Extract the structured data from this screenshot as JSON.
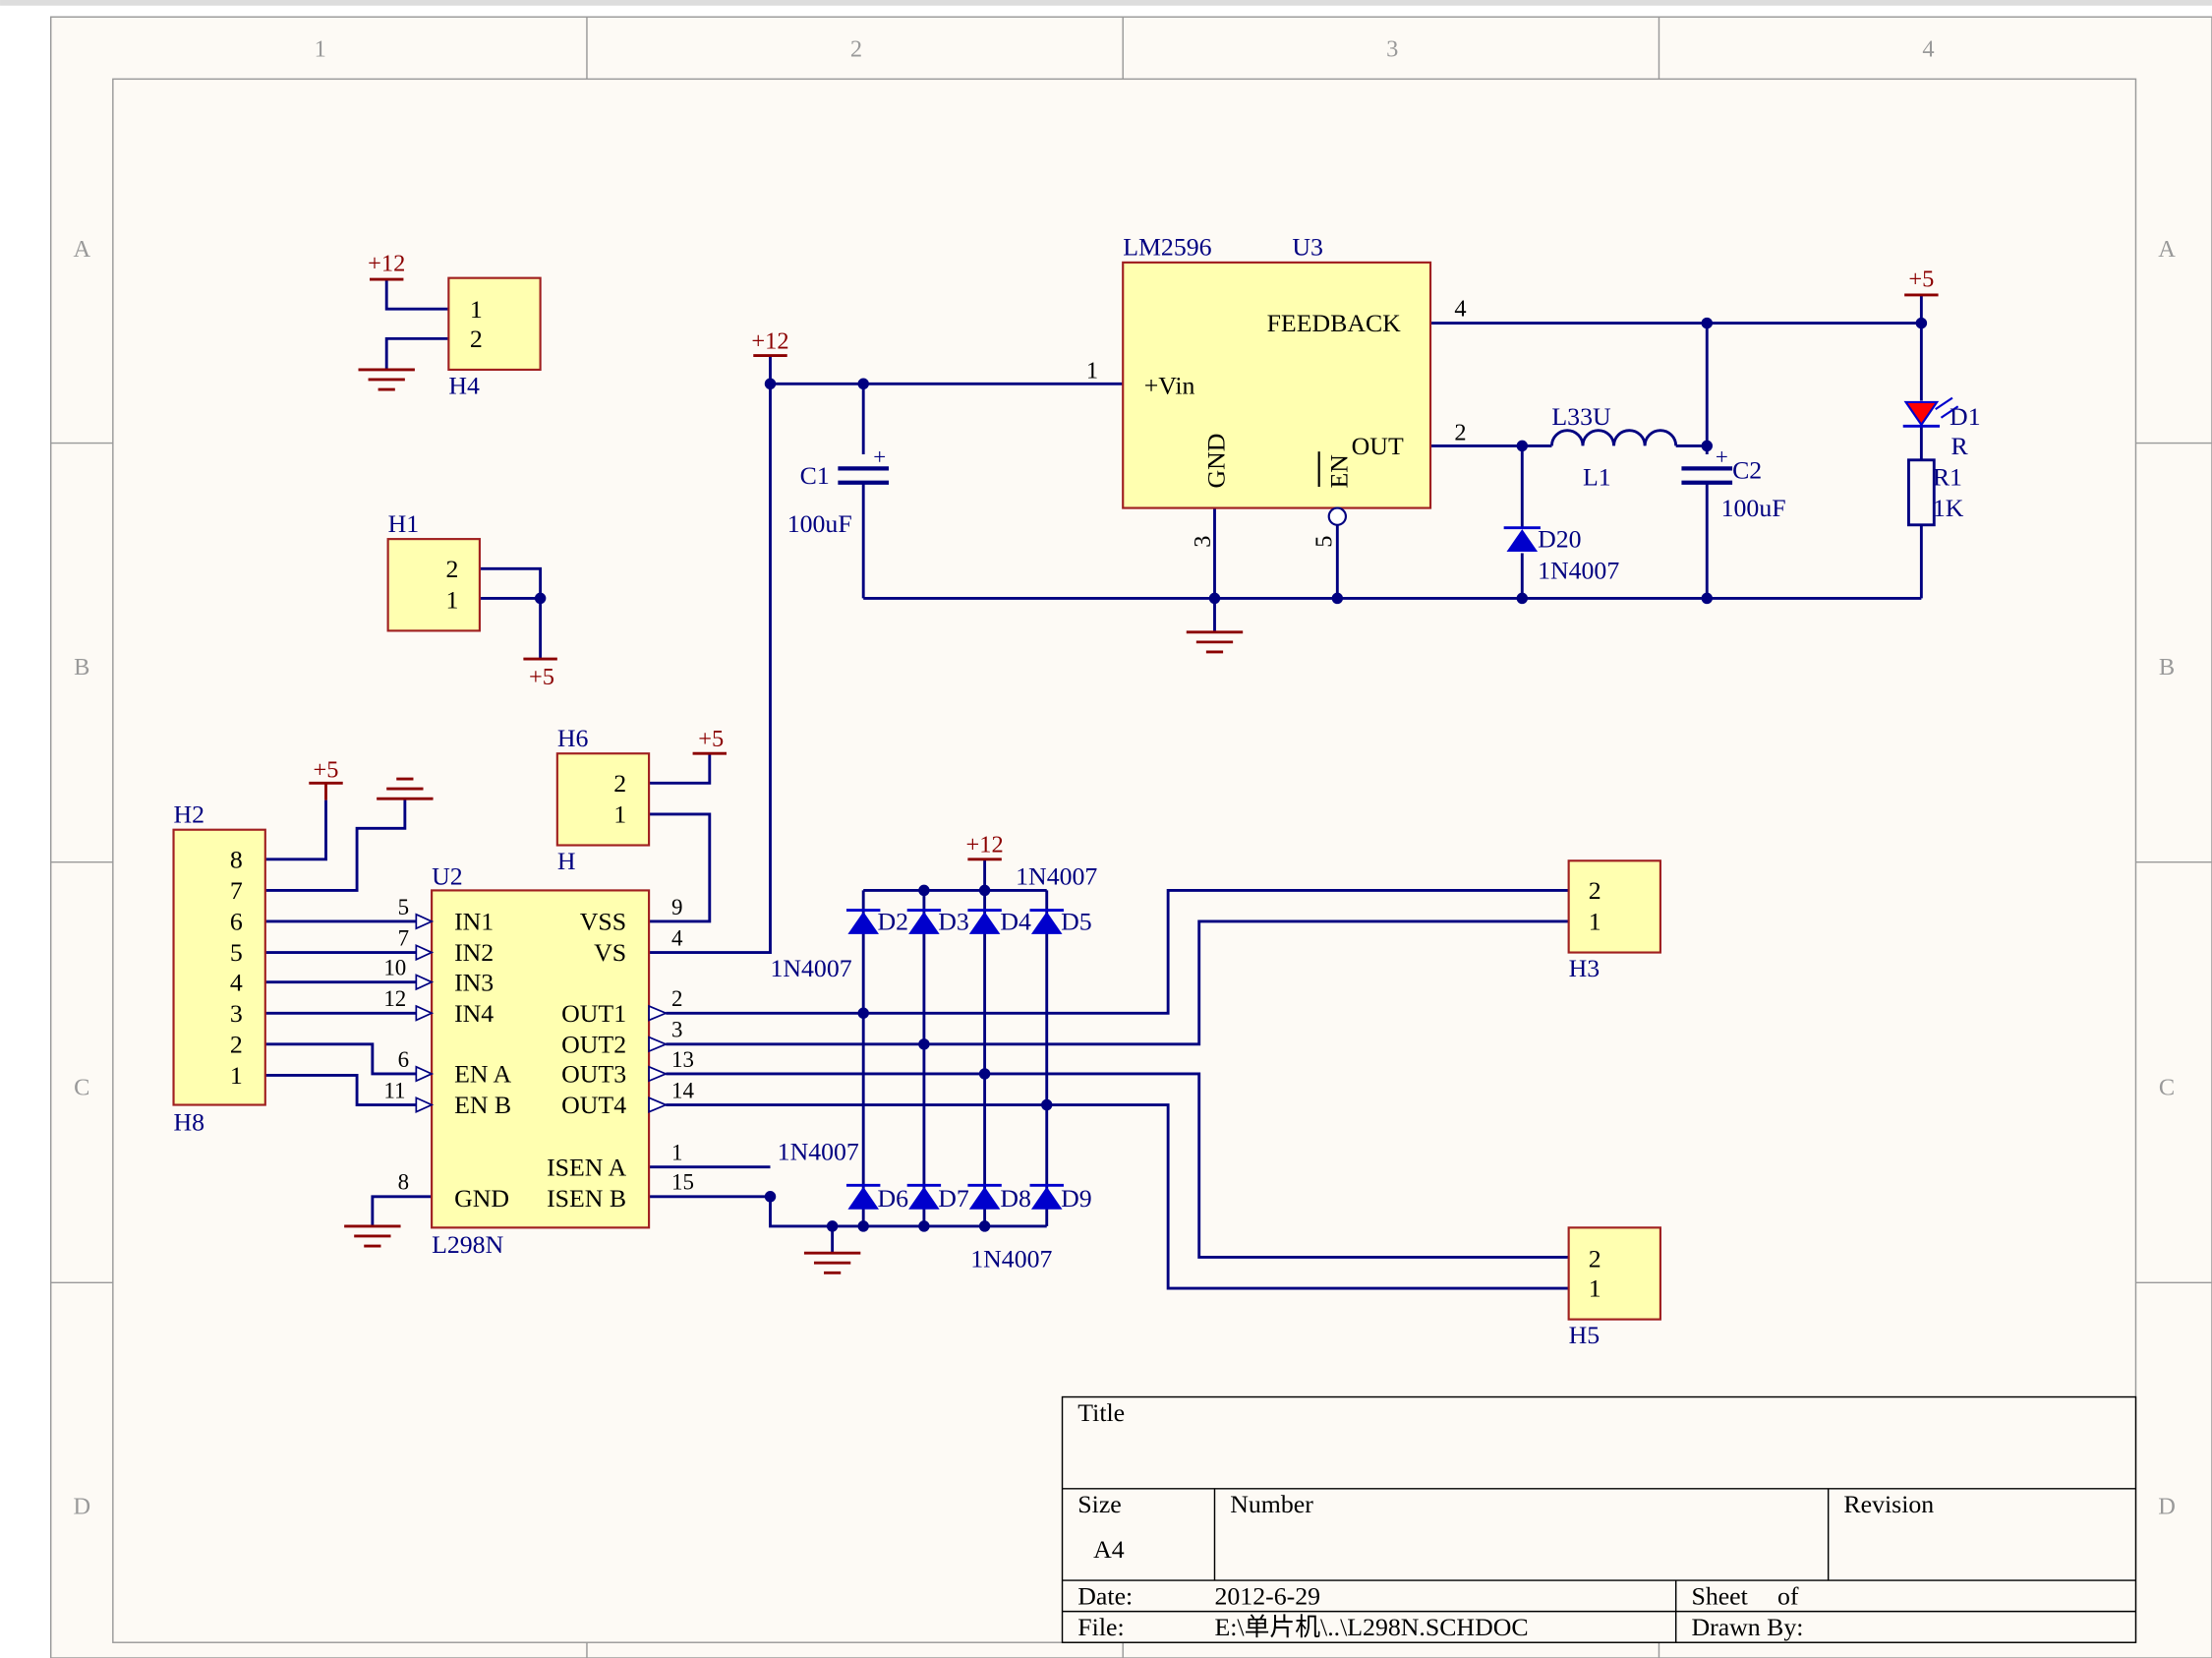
{
  "colors": {
    "wire": "#000080",
    "component_fill": "#ffffb0",
    "component_stroke": "#a02020",
    "power_red": "#8b0000",
    "diode_blue": "#0000cc",
    "border": "#999999",
    "paper": "#fdfaf5",
    "led_red": "#ff0000"
  },
  "border": {
    "columns": [
      "1",
      "2",
      "3",
      "4"
    ],
    "rows": [
      "A",
      "B",
      "C",
      "D"
    ]
  },
  "power": {
    "p12": "+12",
    "p5": "+5"
  },
  "u3": {
    "part": "LM2596",
    "designator": "U3",
    "feedback": "FEEDBACK",
    "vin": "+Vin",
    "gnd": "GND",
    "en": "EN",
    "out": "OUT",
    "pin_vin": "1",
    "pin_out": "2",
    "pin_gnd": "3",
    "pin_fb": "4",
    "pin_en": "5"
  },
  "c1": {
    "designator": "C1",
    "value": "100uF"
  },
  "c2": {
    "designator": "C2",
    "value": "100uF"
  },
  "l1": {
    "value": "L33U",
    "designator": "L1"
  },
  "d20": {
    "designator": "D20",
    "value": "1N4007"
  },
  "d1": {
    "designator": "D1",
    "value": "R"
  },
  "r1": {
    "designator": "R1",
    "value": "1K"
  },
  "h4": {
    "designator": "H4",
    "pins": [
      "1",
      "2"
    ]
  },
  "h1": {
    "designator": "H1",
    "pins": [
      "2",
      "1"
    ]
  },
  "h6": {
    "designator": "H6",
    "comment": "H",
    "pins": [
      "2",
      "1"
    ]
  },
  "h2": {
    "designator": "H2",
    "comment": "H8",
    "pins": [
      "8",
      "7",
      "6",
      "5",
      "4",
      "3",
      "2",
      "1"
    ]
  },
  "h3": {
    "designator": "H3",
    "pins": [
      "2",
      "1"
    ]
  },
  "h5": {
    "designator": "H5",
    "pins": [
      "2",
      "1"
    ]
  },
  "u2": {
    "designator": "U2",
    "part": "L298N",
    "left_pins": [
      {
        "name": "IN1",
        "num": "5"
      },
      {
        "name": "IN2",
        "num": "7"
      },
      {
        "name": "IN3",
        "num": "10"
      },
      {
        "name": "IN4",
        "num": "12"
      },
      {
        "name": "EN A",
        "num": "6"
      },
      {
        "name": "EN B",
        "num": "11"
      },
      {
        "name": "GND",
        "num": "8"
      }
    ],
    "right_pins": [
      {
        "name": "VSS",
        "num": "9"
      },
      {
        "name": "VS",
        "num": "4"
      },
      {
        "name": "OUT1",
        "num": "2"
      },
      {
        "name": "OUT2",
        "num": "3"
      },
      {
        "name": "OUT3",
        "num": "13"
      },
      {
        "name": "OUT4",
        "num": "14"
      },
      {
        "name": "ISEN A",
        "num": "1"
      },
      {
        "name": "ISEN B",
        "num": "15"
      }
    ]
  },
  "diodes_top": {
    "names": [
      "D2",
      "D3",
      "D4",
      "D5"
    ],
    "value": "1N4007"
  },
  "diodes_bottom": {
    "names": [
      "D6",
      "D7",
      "D8",
      "D9"
    ],
    "value": "1N4007"
  },
  "title_block": {
    "title_label": "Title",
    "size_label": "Size",
    "size_value": "A4",
    "number_label": "Number",
    "revision_label": "Revision",
    "date_label": "Date:",
    "date_value": "2012-6-29",
    "sheet_label": "Sheet",
    "of_label": "of",
    "file_label": "File:",
    "file_value": "E:\\单片机\\..\\L298N.SCHDOC",
    "drawn_label": "Drawn By:"
  }
}
